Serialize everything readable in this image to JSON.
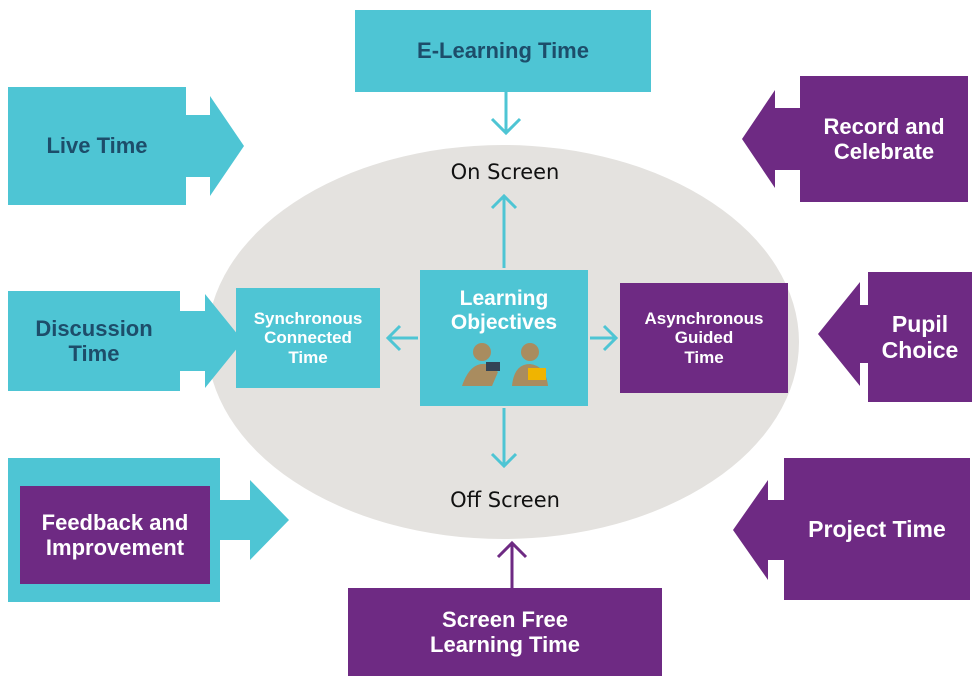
{
  "colors": {
    "teal": "#4ec5d4",
    "purple": "#6e2a83",
    "ellipse": "#e4e2df",
    "dark_text": "#1d4d6a"
  },
  "left_boxes": {
    "live_time": "Live Time",
    "discussion_time": "Discussion\nTime",
    "feedback": "Feedback and\nImprovement"
  },
  "right_boxes": {
    "record": "Record and\nCelebrate",
    "pupil_choice": "Pupil\nChoice",
    "project_time": "Project Time"
  },
  "top_box": "E-Learning Time",
  "bottom_box": "Screen Free\nLearning Time",
  "center": {
    "learning_objectives": "Learning\nObjectives",
    "synchronous": "Synchronous\nConnected\nTime",
    "asynchronous": "Asynchronous\nGuided\nTime",
    "on_screen": "On Screen",
    "off_screen": "Off Screen"
  }
}
